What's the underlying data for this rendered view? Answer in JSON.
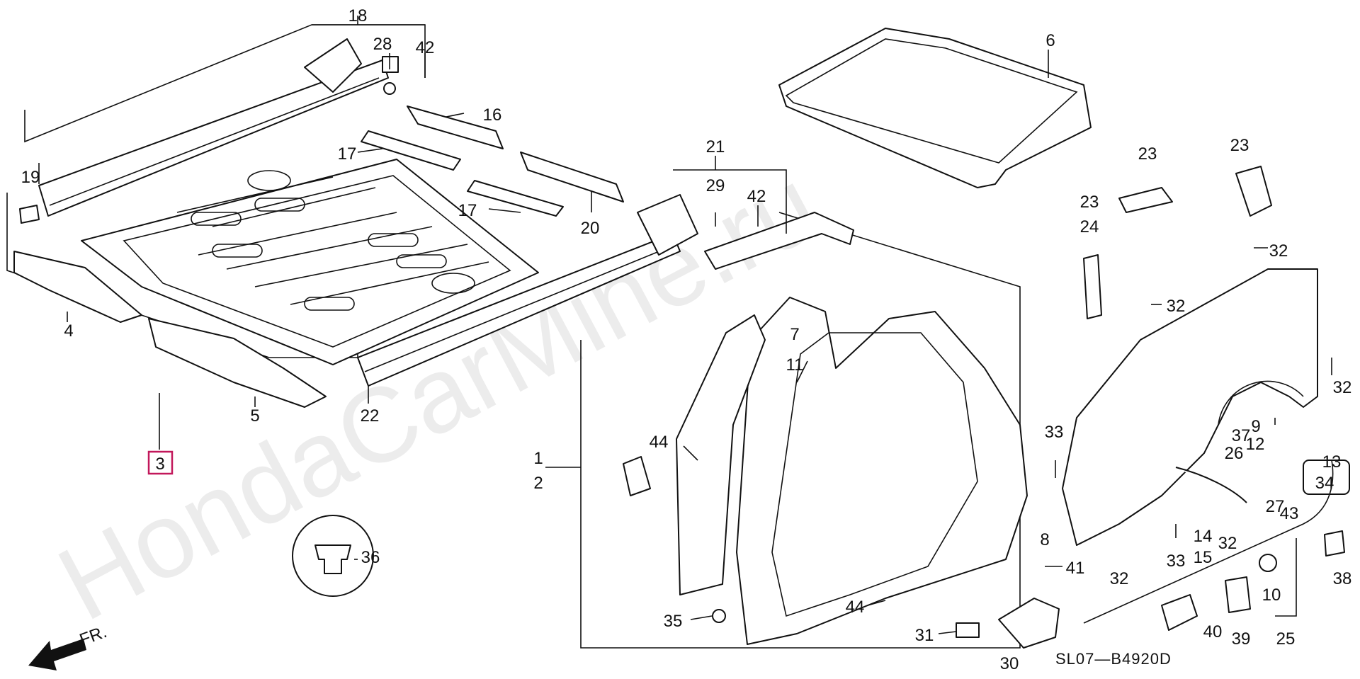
{
  "diagram": {
    "watermark": "HondaCarMine.ru",
    "diagram_code": "SL07—B4920D",
    "front_marker": "FR.",
    "highlight_color": "#c2185b",
    "callouts": {
      "c1": "1",
      "c2": "2",
      "c3": "3",
      "c4": "4",
      "c5": "5",
      "c6": "6",
      "c7": "7",
      "c8": "8",
      "c9": "9",
      "c10": "10",
      "c11": "11",
      "c12": "12",
      "c13": "13",
      "c14": "14",
      "c15": "15",
      "c16": "16",
      "c17a": "17",
      "c17b": "17",
      "c18": "18",
      "c19": "19",
      "c20": "20",
      "c21": "21",
      "c22": "22",
      "c23a": "23",
      "c23b": "23",
      "c23c": "23",
      "c24": "24",
      "c25": "25",
      "c26": "26",
      "c27": "27",
      "c28": "28",
      "c29": "29",
      "c30": "30",
      "c31": "31",
      "c32a": "32",
      "c32b": "32",
      "c32c": "32",
      "c32d": "32",
      "c32e": "32",
      "c33a": "33",
      "c33b": "33",
      "c34": "34",
      "c35": "35",
      "c36": "36",
      "c37": "37",
      "c38": "38",
      "c39": "39",
      "c40": "40",
      "c41": "41",
      "c42a": "42",
      "c42b": "42",
      "c43": "43",
      "c44a": "44",
      "c44b": "44"
    }
  }
}
